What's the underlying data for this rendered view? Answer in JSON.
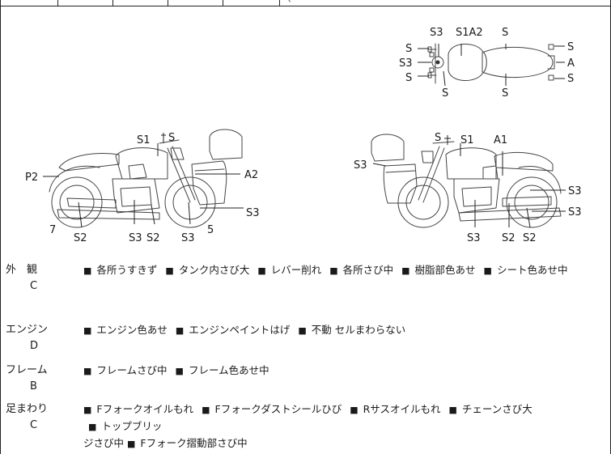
{
  "top_fragment": "、",
  "diagram": {
    "top_view_labels": {
      "s3_top": "S3",
      "s1a2": "S1A2",
      "s_top_right": "S",
      "s_left_1": "S",
      "s3_left": "S3",
      "s_left_2": "S",
      "s_bottom_1": "S",
      "s_bottom_2": "S",
      "s_right_1": "S",
      "a_right": "A",
      "s_right_2": "S"
    },
    "left_view_labels": {
      "s1": "S1",
      "s": "S",
      "a2": "A2",
      "p2": "P2",
      "n7": "7",
      "s2_a": "S2",
      "s3_a": "S3",
      "s2_b": "S2",
      "s3_b": "S3",
      "n5": "5",
      "s3_c": "S3"
    },
    "right_view_labels": {
      "s": "S",
      "s1": "S1",
      "a1": "A1",
      "s3_left": "S3",
      "s3_r1": "S3",
      "s3_r2": "S3",
      "s3_bottom": "S3",
      "s2_a": "S2",
      "s2_b": "S2"
    }
  },
  "rows": [
    {
      "title": "外　観",
      "grade": "C",
      "items": [
        "各所うすきず",
        "タンク内さび大",
        "レバー削れ",
        "各所さび中",
        "樹脂部色あせ",
        "シート色あせ中"
      ]
    },
    {
      "title": "エンジン",
      "grade": "D",
      "items": [
        "エンジン色あせ",
        "エンジンペイントはげ",
        "不動 セルまわらない"
      ]
    },
    {
      "title": "フレーム",
      "grade": "B",
      "items": [
        "フレームさび中",
        "フレーム色あせ中"
      ]
    },
    {
      "title": "足まわり",
      "grade": "C",
      "items": [
        "Fフォークオイルもれ",
        "Fフォークダストシールひび",
        "Rサスオイルもれ",
        "チェーンさび大",
        "トップブリッ"
      ],
      "tail": "ジさび中",
      "items2": [
        "Fフォーク摺動部さび中"
      ]
    }
  ]
}
